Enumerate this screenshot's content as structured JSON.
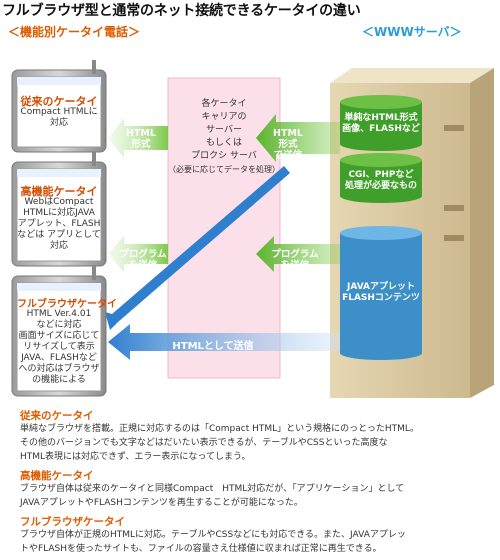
{
  "title": "フルブラウザ型と通常のネット接続できるケータイの違い",
  "headers": {
    "left": "＜機能別ケータイ電話＞",
    "right": "＜WWWサーバ＞"
  },
  "phones": [
    {
      "head": "従来のケータイ",
      "body": [
        "Compact HTMLに",
        "対応"
      ]
    },
    {
      "head": "高機能ケータイ",
      "body": [
        "WebはCompact",
        "HTMLに対応JAVA",
        "アプレット、FLASH",
        "などは アプリとして",
        "対応"
      ]
    },
    {
      "head": "フルブラウザケータイ",
      "body": [
        "HTML Ver.4.01",
        "などに対応",
        "画面サイズに応じて",
        "リサイズして表示",
        "JAVA、FLASHなど",
        "への対応はブラウザ",
        "の機能による"
      ]
    }
  ],
  "center": {
    "lines": [
      "各ケータイ",
      "キャリアの",
      "サーバー",
      "もしくは",
      "プロクシ サーバ",
      "（必要に応じてデータを処理）"
    ]
  },
  "arrows": {
    "html_left": [
      "HTML",
      "形式",
      "で送信"
    ],
    "html_right": [
      "HTML",
      "形式",
      "で送信"
    ],
    "program_left": [
      "プログラム",
      "を送信"
    ],
    "program_right": [
      "プログラム",
      "を送信"
    ],
    "html_direct": "HTMLとして送信"
  },
  "server": {
    "disk1": [
      "単純なHTML形式",
      "画像、FLASHなど"
    ],
    "disk2": [
      "CGI、PHPなど",
      "処理が必要なもの"
    ],
    "disk3": [
      "JAVAアプレット",
      "FLASHコンテンツ"
    ]
  },
  "descriptions": [
    {
      "head": "従来のケータイ",
      "text": [
        "単純なブラウザを搭載。正規に対応するのは「Compact HTML」という規格にのっとったHTML。",
        "その他のバージョンでも文字などはだいたい表示できるが、テーブルやCSSといった高度な",
        "HTML表現には対応できず、エラー表示になってしまう。"
      ]
    },
    {
      "head": "高機能ケータイ",
      "text": [
        "ブラウザ自体は従来のケータイと同様Compact　HTML対応だが、「アプリケーション」として",
        "JAVAアプレットやFLASHコンテンツを再生することが可能になった。"
      ]
    },
    {
      "head": "フルブラウザケータイ",
      "text": [
        "ブラウザ自体が正規のHTMLに対応。テーブルやCSSなどにも対応できる。また、JAVAアプレッ",
        "トやFLASHを使ったサイトも、ファイルの容量さえ仕様値に収まれば正常に再生できる。"
      ]
    }
  ],
  "colors": {
    "accent_orange": "#e05a00",
    "header_blue": "#2c9cd8",
    "green": "#5ab52e",
    "blue_arrow": "#2f7fcf",
    "pink_box": "#fbe0ea"
  }
}
